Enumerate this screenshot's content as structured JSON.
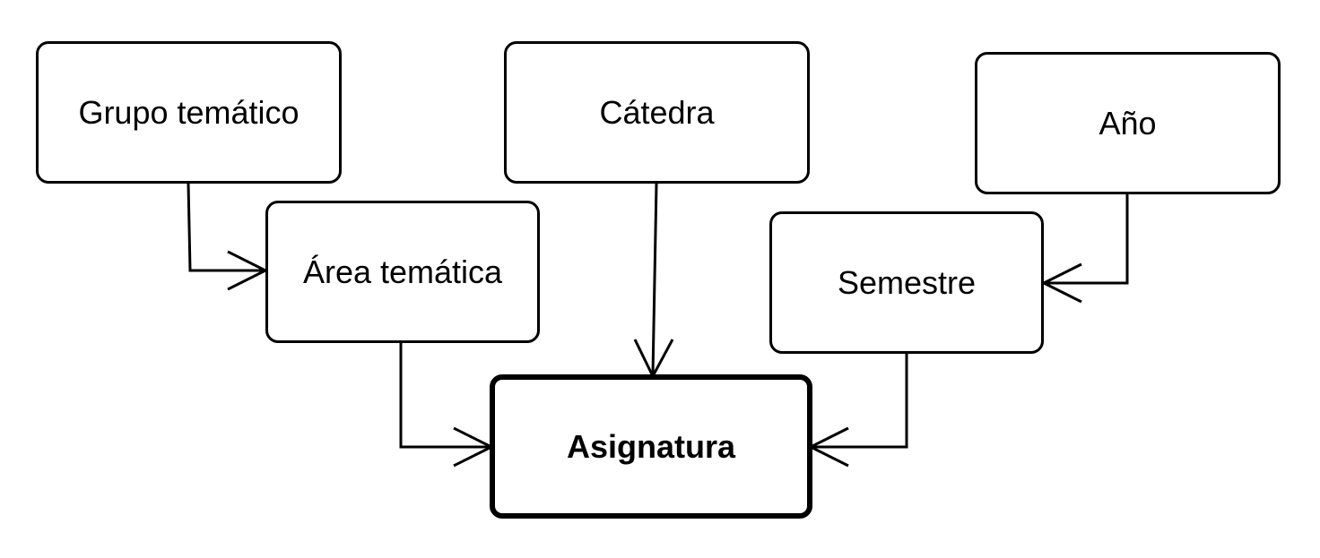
{
  "nodes": {
    "grupo_tematico": "Grupo temático",
    "catedra": "Cátedra",
    "anio": "Año",
    "area_tematica": "Área temática",
    "semestre": "Semestre",
    "asignatura": "Asignatura"
  },
  "colors": {
    "stroke": "#000000",
    "background": "#ffffff"
  },
  "edges": [
    {
      "from": "grupo_tematico",
      "to": "area_tematica"
    },
    {
      "from": "area_tematica",
      "to": "asignatura"
    },
    {
      "from": "catedra",
      "to": "asignatura"
    },
    {
      "from": "anio",
      "to": "semestre"
    },
    {
      "from": "semestre",
      "to": "asignatura"
    }
  ]
}
